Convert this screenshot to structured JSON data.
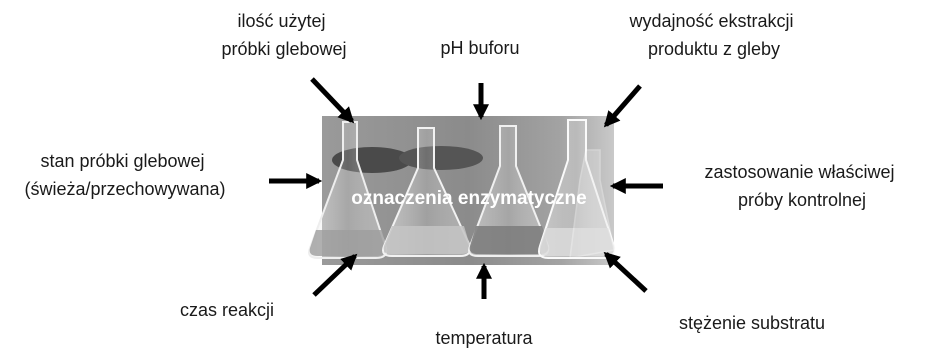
{
  "center_label": "oznaczenia enzymatyczne",
  "factors": {
    "sample_amount": [
      "ilość użytej",
      "próbki glebowej"
    ],
    "buffer_ph": [
      "pH buforu"
    ],
    "extraction_yield": [
      "wydajność ekstrakcji",
      "produktu z gleby"
    ],
    "sample_state": [
      "stan próbki glebowej",
      "(świeża/przechowywana)"
    ],
    "control_sample": [
      "zastosowanie właściwej",
      "próby kontrolnej"
    ],
    "reaction_time": [
      "czas reakcji"
    ],
    "temperature": [
      "temperatura"
    ],
    "substrate_concentration": [
      "stężenie substratu"
    ]
  },
  "colors": {
    "arrow": "#000000",
    "text": "#1a1a1a",
    "center_text": "#ffffff",
    "photo_background": "#8a8a8a"
  }
}
